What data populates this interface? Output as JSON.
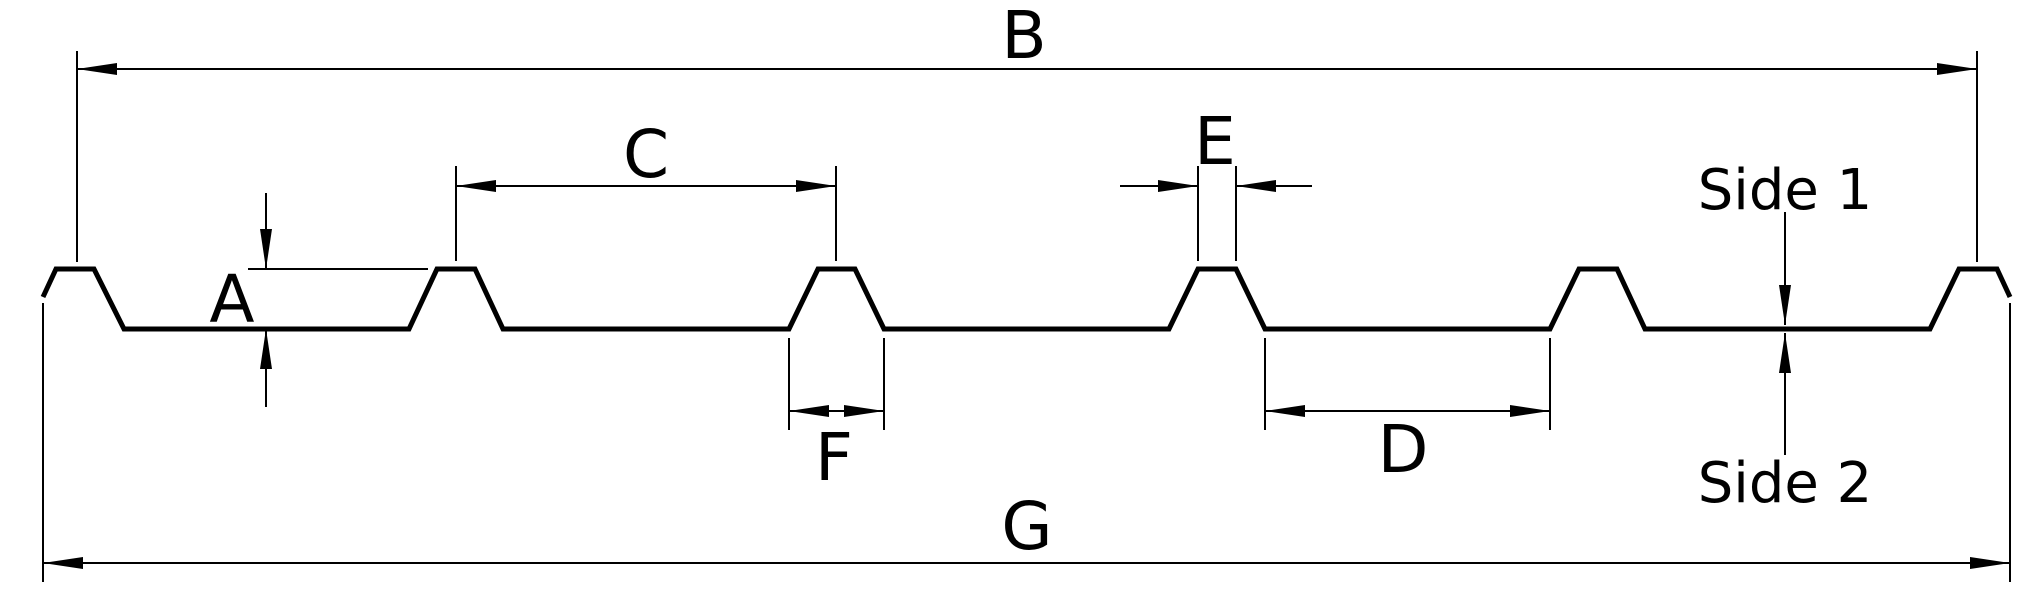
{
  "labels": {
    "a": "A",
    "b": "B",
    "c": "C",
    "d": "D",
    "e": "E",
    "f": "F",
    "g": "G",
    "side1": "Side 1",
    "side2": "Side 2"
  },
  "colors": {
    "line": "#000000",
    "background": "#ffffff"
  }
}
